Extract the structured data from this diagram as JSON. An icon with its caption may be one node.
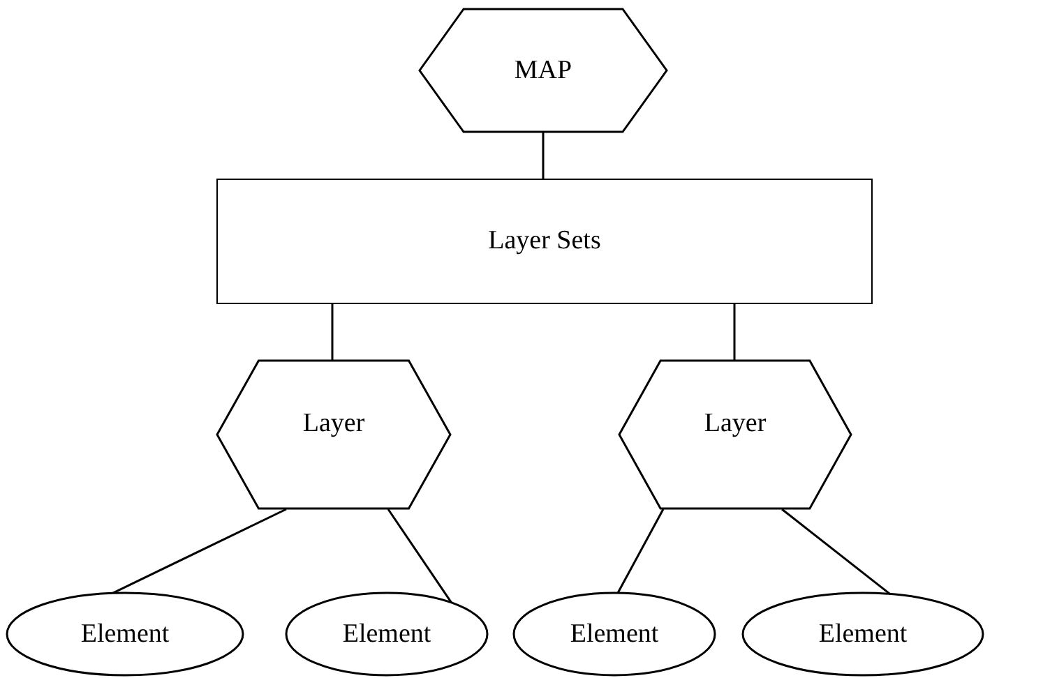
{
  "diagram": {
    "nodes": [
      {
        "text": [
          "MAP"
        ]
      },
      {
        "text": [
          "Layer Sets"
        ]
      },
      {
        "text": [
          "Layer"
        ]
      },
      {
        "text": [
          "Layer"
        ]
      },
      {
        "text": [
          "Element"
        ]
      },
      {
        "text": [
          "Element"
        ]
      },
      {
        "text": [
          "Element"
        ]
      },
      {
        "text": [
          "Element"
        ]
      }
    ],
    "edges": [
      {
        "from": 0,
        "to": 1,
        "arrow": "none"
      },
      {
        "from": 1,
        "to": 2,
        "arrow": "none"
      },
      {
        "from": 1,
        "to": 3,
        "arrow": "none"
      },
      {
        "from": 2,
        "to": 4,
        "arrow": "none"
      },
      {
        "from": 2,
        "to": 5,
        "arrow": "none"
      },
      {
        "from": 3,
        "to": 6,
        "arrow": "none"
      },
      {
        "from": 3,
        "to": 7,
        "arrow": "none"
      }
    ]
  }
}
